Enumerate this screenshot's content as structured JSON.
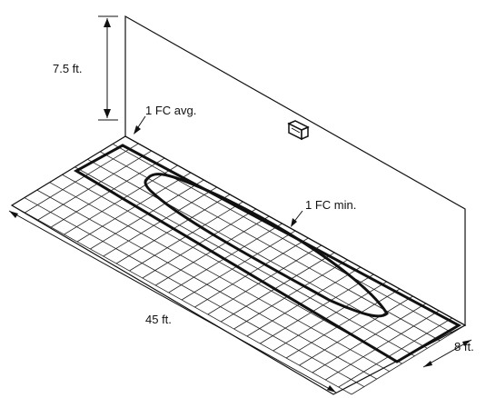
{
  "labels": {
    "height": "7.5 ft.",
    "avg": "1 FC avg.",
    "min": "1 FC min.",
    "length": "45 ft.",
    "width": "8 ft."
  },
  "icons": [
    "wall-light-fixture-icon"
  ],
  "colors": {
    "line": "#111111",
    "grid": "#222222"
  }
}
